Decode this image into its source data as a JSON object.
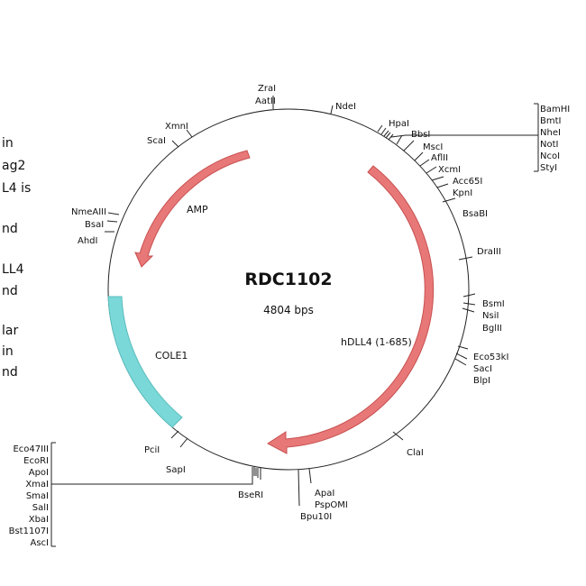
{
  "plasmid": {
    "name": "RDC1102",
    "size": "4804 bps"
  },
  "features": [
    {
      "id": "amp",
      "label": "AMP",
      "color": "#e87878"
    },
    {
      "id": "hdll4",
      "label": "hDLL4 (1-685)",
      "color": "#e87878"
    },
    {
      "id": "cole1",
      "label": "COLE1",
      "color": "#7ad8d8"
    }
  ],
  "sites": {
    "zrai": "ZraI",
    "aatii": "AatII",
    "ndei": "NdeI",
    "xmni": "XmnI",
    "scai": "ScaI",
    "hpai": "HpaI",
    "bbsi": "BbsI",
    "msci": "MscI",
    "aflii": "AflII",
    "xcmi": "XcmI",
    "acc65i": "Acc65I",
    "kpni": "KpnI",
    "bsabi": "BsaBI",
    "draiii": "DraIII",
    "bsmi": "BsmI",
    "nsii": "NsiI",
    "bglii": "BglII",
    "eco53ki": "Eco53kI",
    "saci": "SacI",
    "blpi": "BlpI",
    "clai": "ClaI",
    "apai": "ApaI",
    "pspomi": "PspOMI",
    "bpu10i": "Bpu10I",
    "bseri": "BseRI",
    "sapi": "SapI",
    "pcii": "PciI",
    "nmeaiii": "NmeAIII",
    "bsai": "BsaI",
    "ahdi": "AhdI"
  },
  "mcs_right": [
    "BamHI",
    "BmtI",
    "NheI",
    "NotI",
    "NcoI",
    "StyI"
  ],
  "mcs_left": [
    "Eco47III",
    "EcoRI",
    "ApoI",
    "XmaI",
    "SmaI",
    "SalI",
    "XbaI",
    "Bst1107I",
    "AscI"
  ],
  "side_text": [
    "in",
    "ag2",
    "L4 is",
    "",
    "nd",
    "",
    "LL4",
    "nd",
    "",
    "lar",
    "in",
    "nd"
  ]
}
